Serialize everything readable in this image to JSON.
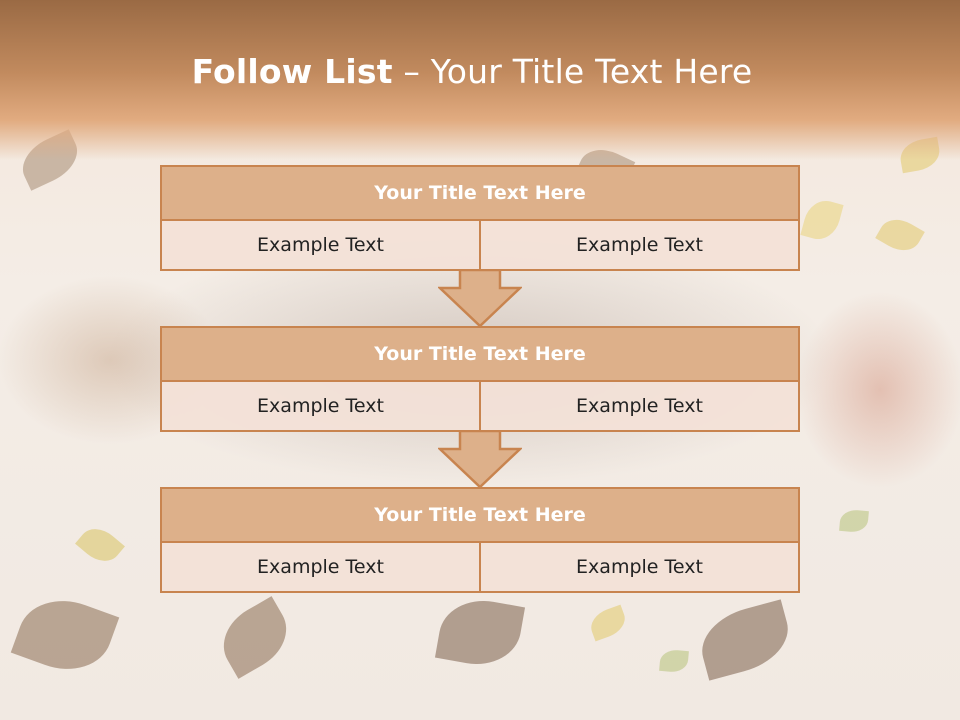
{
  "slide": {
    "title_bold": "Follow List",
    "title_rest": "– Your Title Text Here"
  },
  "blocks": [
    {
      "heading": "Your Title Text Here",
      "left": "Example Text",
      "right": "Example Text"
    },
    {
      "heading": "Your Title Text Here",
      "left": "Example Text",
      "right": "Example Text"
    },
    {
      "heading": "Your Title Text Here",
      "left": "Example Text",
      "right": "Example Text"
    }
  ],
  "colors": {
    "header_brown": "#9a6a44",
    "block_fill": "#ddb08a",
    "block_border": "#c8844f",
    "cell_fill": "#f3e1d7"
  }
}
